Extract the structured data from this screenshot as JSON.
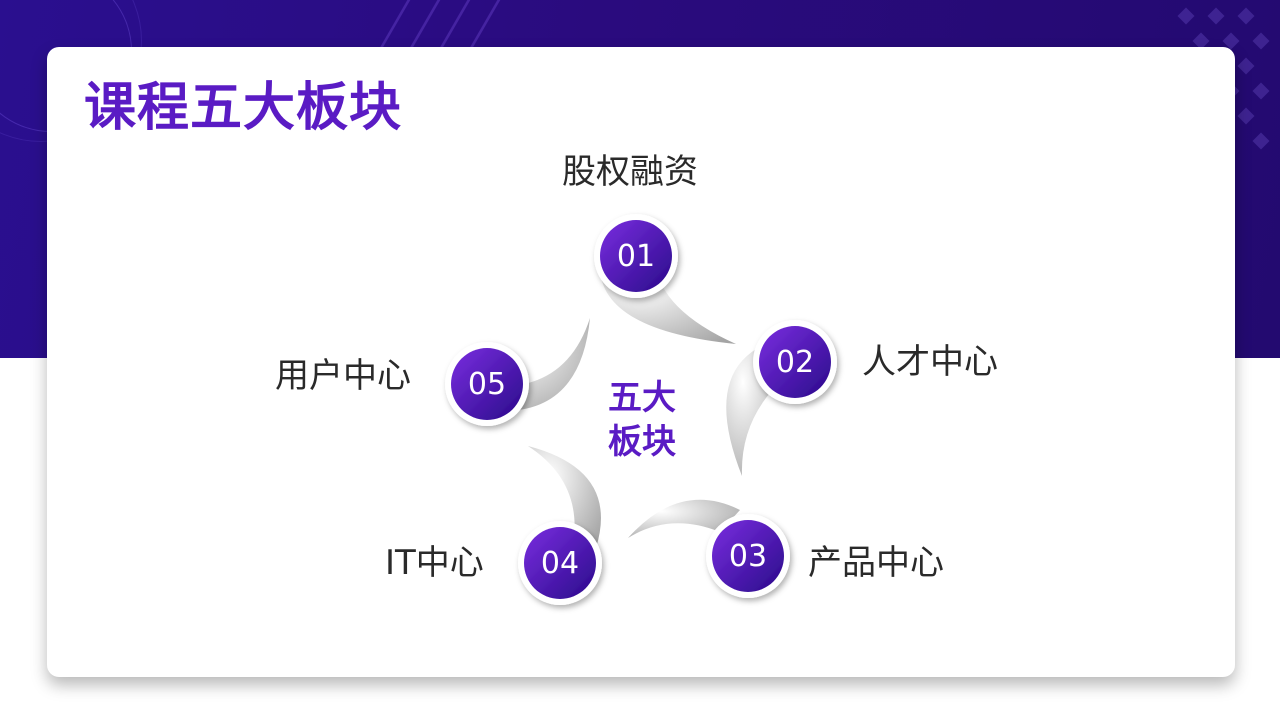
{
  "title": "课程五大板块",
  "center": {
    "line1": "五大",
    "line2": "板块"
  },
  "nodes": [
    {
      "number": "01",
      "label": "股权融资"
    },
    {
      "number": "02",
      "label": "人才中心"
    },
    {
      "number": "03",
      "label": "产品中心"
    },
    {
      "number": "04",
      "label": "IT中心"
    },
    {
      "number": "05",
      "label": "用户中心"
    }
  ],
  "colors": {
    "accent": "#5a1bc4",
    "circle_start": "#7a2ee0",
    "circle_end": "#2a0a8a",
    "banner": "#2a0b7e"
  }
}
